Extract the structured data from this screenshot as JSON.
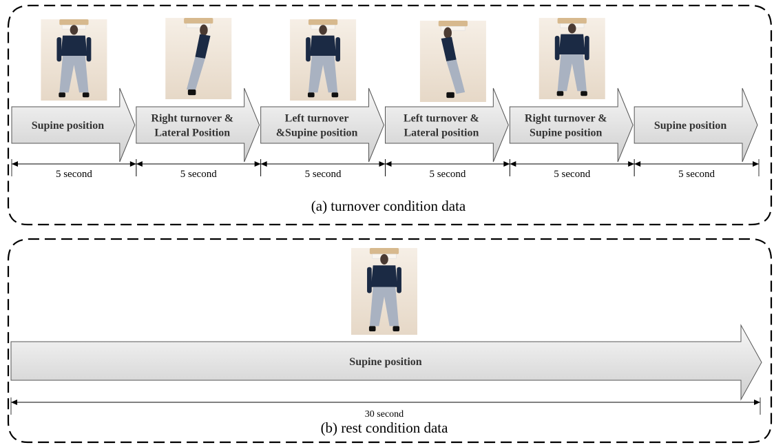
{
  "panel_a": {
    "caption": "(a) turnover condition data",
    "stages": [
      {
        "lines": [
          "Supine position"
        ],
        "duration": "5 second",
        "photo": "person-supine"
      },
      {
        "lines": [
          "Right turnover &",
          "Lateral Position"
        ],
        "duration": "5 second",
        "photo": "person-lateral-right"
      },
      {
        "lines": [
          "Left turnover",
          "&Supine position"
        ],
        "duration": "5 second",
        "photo": "person-supine"
      },
      {
        "lines": [
          "Left turnover &",
          "Lateral position"
        ],
        "duration": "5 second",
        "photo": "person-lateral-left"
      },
      {
        "lines": [
          "Right turnover &",
          "Supine position"
        ],
        "duration": "5 second",
        "photo": "person-supine"
      },
      {
        "lines": [
          "Supine position"
        ],
        "duration": "5 second",
        "photo": "none"
      }
    ]
  },
  "panel_b": {
    "caption": "(b) rest condition data",
    "stage": {
      "label": "Supine position",
      "duration": "30 second",
      "photo": "person-supine"
    }
  },
  "colors": {
    "arrow_fill_top": "#f7f7f7",
    "arrow_fill_bottom": "#cfcfcf",
    "arrow_stroke": "#555555",
    "panel_border": "#000000",
    "shirt": "#1b2a44",
    "pants": "#a9b2c1",
    "mattress": "#f0e6da",
    "headboard": "#d7b98e"
  }
}
